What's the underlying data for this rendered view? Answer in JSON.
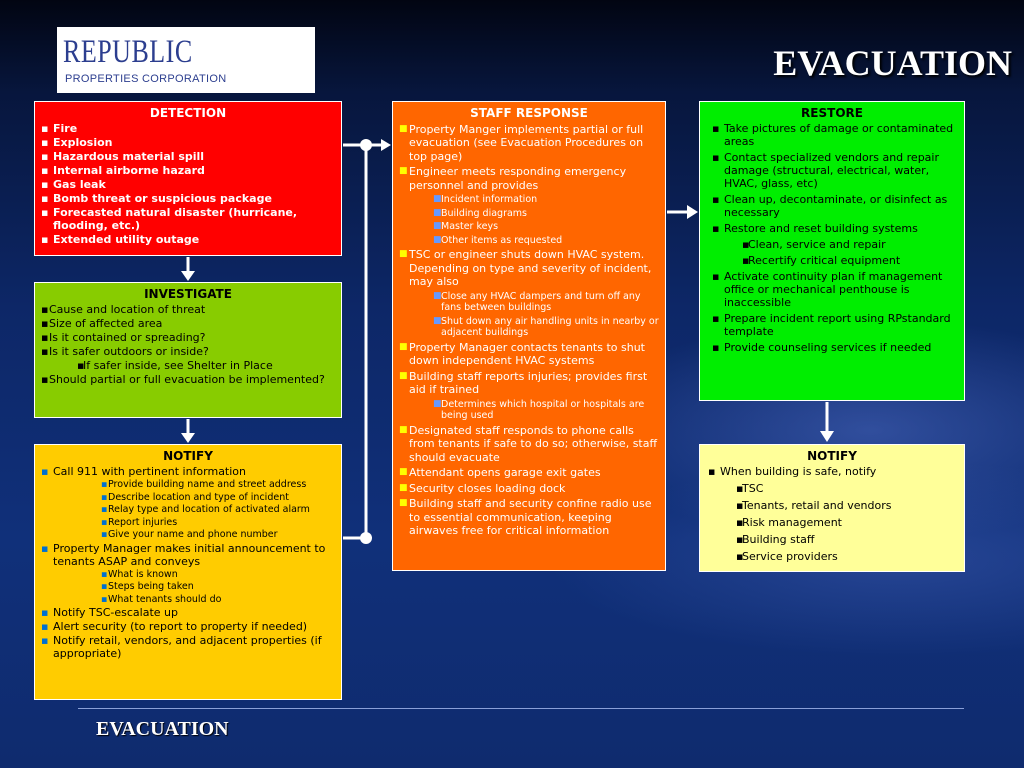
{
  "logo": {
    "top": "REPUBLIC",
    "bottom": "PROPERTIES CORPORATION"
  },
  "slide_title": "EVACUATION",
  "footer": "EVACUATION",
  "detection": {
    "title": "DETECTION",
    "items": [
      "Fire",
      "Explosion",
      "Hazardous material spill",
      "Internal airborne hazard",
      "Gas leak",
      "Bomb threat or suspicious package",
      "Forecasted natural disaster (hurricane, flooding, etc.)",
      "Extended utility outage"
    ]
  },
  "investigate": {
    "title": "INVESTIGATE",
    "items": [
      "Cause and location of threat",
      "Size of affected area",
      "Is it contained or spreading?",
      "Is it safer outdoors or inside?",
      "If safer inside, see Shelter in Place",
      "Should partial or full evacuation be implemented?"
    ]
  },
  "notify_left": {
    "title": "NOTIFY",
    "items": [
      "Call 911 with pertinent information",
      "Provide building name and street address",
      "Describe location and type of incident",
      "Relay type and location of activated alarm",
      "Report injuries",
      "Give your name and phone number",
      "Property Manager makes initial announcement to tenants ASAP and conveys",
      "What is known",
      "Steps being taken",
      "What tenants should do",
      "Notify TSC-escalate up",
      "Alert security (to report to property if needed)",
      "Notify retail, vendors, and adjacent properties (if appropriate)"
    ]
  },
  "staff_response": {
    "title": "STAFF RESPONSE",
    "items": [
      "Property Manger implements partial or full evacuation (see Evacuation Procedures on top page)",
      "Engineer meets responding emergency personnel and provides",
      "Incident information",
      "Building diagrams",
      "Master keys",
      "Other items as requested",
      "TSC or engineer shuts down HVAC system. Depending on type and severity of incident, may also",
      "Close any HVAC dampers and turn off any fans between buildings",
      "Shut down any air handling units in nearby or adjacent buildings",
      "Property Manager contacts tenants to shut down independent HVAC systems",
      "Building staff reports injuries; provides first aid if trained",
      "Determines which hospital or hospitals are being used",
      "Designated staff responds to phone calls from tenants if safe to do so; otherwise, staff should evacuate",
      "Attendant opens garage exit gates",
      "Security closes loading dock",
      "Building staff and security confine radio use to essential communication, keeping airwaves free for critical information"
    ]
  },
  "restore": {
    "title": "RESTORE",
    "items": [
      "Take pictures of damage or contaminated areas",
      "Contact specialized vendors and repair damage (structural, electrical, water, HVAC, glass, etc)",
      "Clean up, decontaminate, or disinfect as necessary",
      "Restore and reset building systems",
      "Clean, service and repair",
      "Recertify critical equipment",
      "Activate continuity plan if management office or mechanical penthouse is inaccessible",
      "Prepare incident report using RPstandard template",
      "Provide counseling services if needed"
    ]
  },
  "notify_right": {
    "title": "NOTIFY",
    "items": [
      "When building is safe, notify",
      "TSC",
      "Tenants, retail and vendors",
      "Risk management",
      "Building staff",
      "Service providers"
    ]
  },
  "icons": {
    "arrow": "arrow-icon",
    "connector": "connector-dot-icon"
  },
  "colors": {
    "detection": "#ff0000",
    "investigate": "#88cc00",
    "notify_left": "#ffcc00",
    "staff_response": "#ff6600",
    "restore": "#00ee00",
    "notify_right": "#ffff99"
  }
}
